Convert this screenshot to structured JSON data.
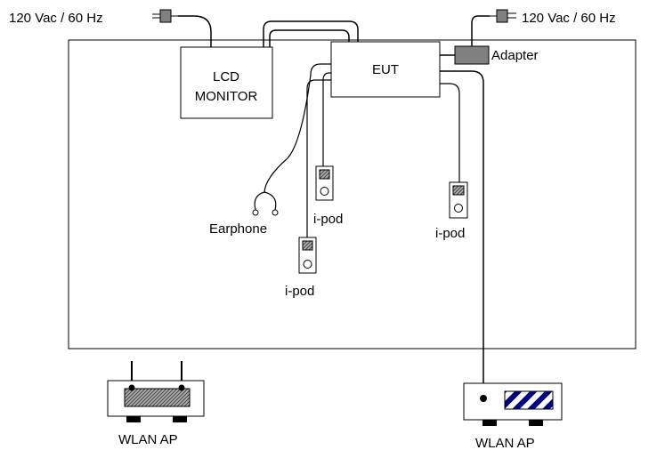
{
  "power_left": {
    "label": "120 Vac / 60 Hz"
  },
  "power_right": {
    "label": "120 Vac / 60 Hz"
  },
  "lcd_monitor": {
    "line1": "LCD",
    "line2": "MONITOR"
  },
  "eut": {
    "label": "EUT"
  },
  "adapter": {
    "label": "Adapter"
  },
  "earphone": {
    "label": "Earphone"
  },
  "ipods": [
    {
      "label": "i-pod"
    },
    {
      "label": "i-pod"
    },
    {
      "label": "i-pod"
    }
  ],
  "wlan_ap_left": {
    "label": "WLAN AP"
  },
  "wlan_ap_right": {
    "label": "WLAN AP"
  },
  "colors": {
    "line": "#000000",
    "box_fill": "#ffffff",
    "plug_fill": "#808080",
    "ipod_screen_fill": "#a0a0a0",
    "ap_right_stripe": "#000080"
  }
}
